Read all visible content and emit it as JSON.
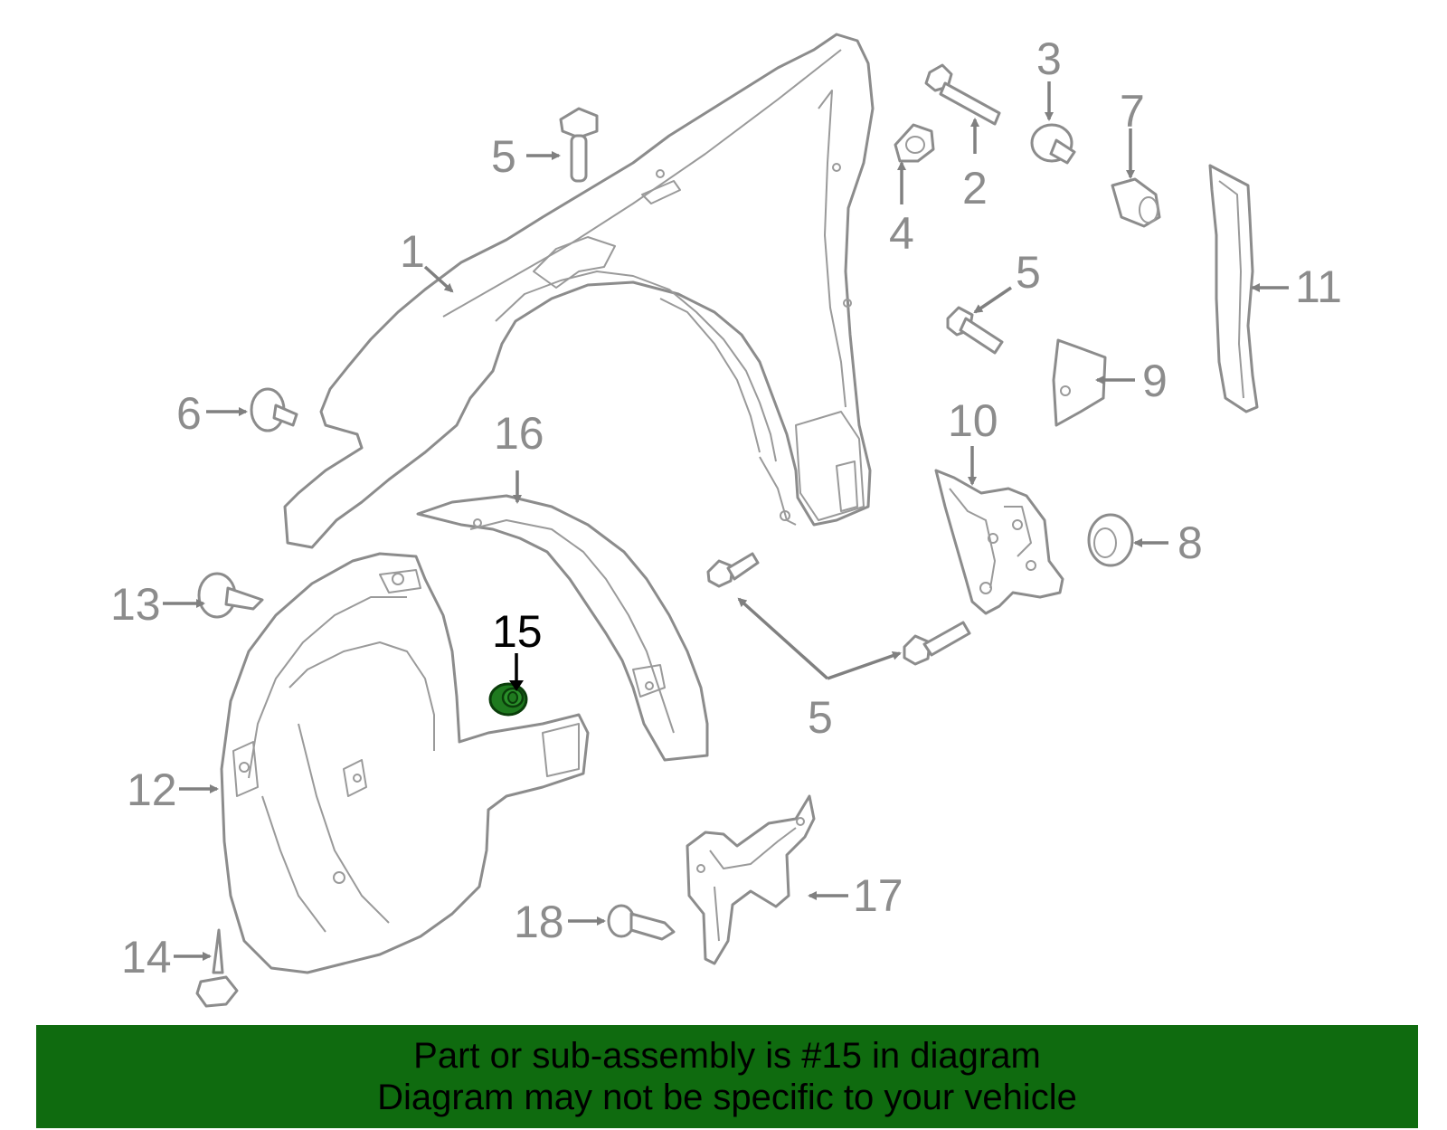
{
  "labels": {
    "c1": "1",
    "c2": "2",
    "c3": "3",
    "c4": "4",
    "c5a": "5",
    "c5b": "5",
    "c5c": "5",
    "c6": "6",
    "c7": "7",
    "c8": "8",
    "c9": "9",
    "c10": "10",
    "c11": "11",
    "c12": "12",
    "c13": "13",
    "c14": "14",
    "c15": "15",
    "c16": "16",
    "c17": "17",
    "c18": "18"
  },
  "highlight": {
    "part_number": "15",
    "color": "#1f7a1f"
  },
  "colors": {
    "line": "#8c8c8c",
    "banner": "#0f6b0f",
    "highlight_label": "#000000"
  },
  "banner": {
    "line1": "Part or sub-assembly is #15 in diagram",
    "line2": "Diagram may not be specific to your vehicle"
  }
}
